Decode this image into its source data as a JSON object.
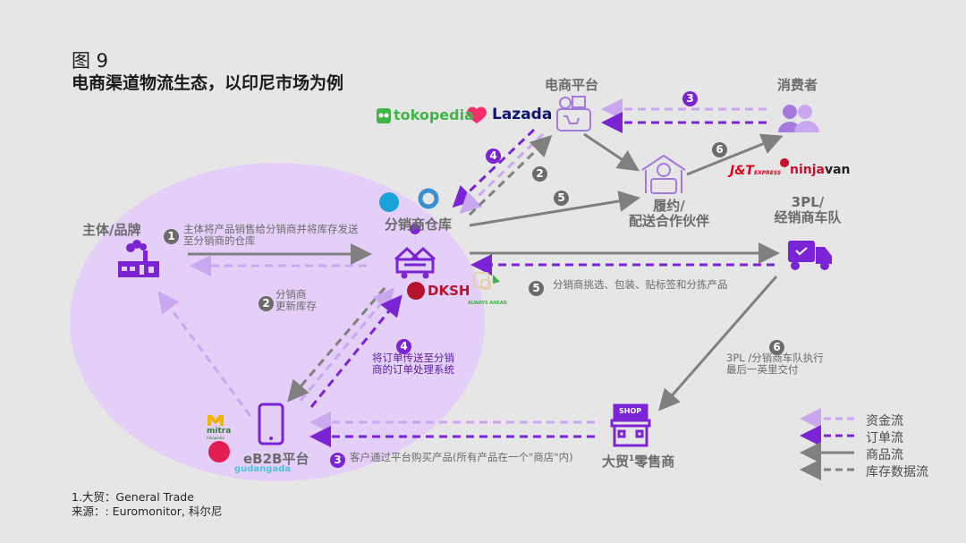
{
  "figure": {
    "number": "图 9",
    "title": "电商渠道物流生态，以印尼市场为例"
  },
  "nodes": {
    "brand": "主体/品牌",
    "distributor_warehouse": "分销商仓库",
    "ecommerce_platform": "电商平台",
    "consumer": "消费者",
    "fulfillment_line1": "履约/",
    "fulfillment_line2": "配送合作伙伴",
    "fleet_line1": "3PL/",
    "fleet_line2": "经销商车队",
    "eb2b": "eB2B平台",
    "retailer": "大贸",
    "retailer_sup": "1",
    "retailer_suffix": "零售商"
  },
  "logos": {
    "tokopedia": "tokopedia",
    "lazada": "Lazada",
    "jnt": "J&T",
    "jnt_sub": "EXPRESS",
    "ninjavan_a": "ninja",
    "ninjavan_b": "van",
    "dksh": "DKSH",
    "always_ahead": "ALWAYS AHEAD",
    "mitra": "mitra",
    "mitra_sub": "tokopedia",
    "gudangada": "gudangada",
    "shop_sign": "SHOP"
  },
  "steps": {
    "s1_badge": "1",
    "s1_text_line1": "主体将产品销售给分销商并将库存发送",
    "s1_text_line2": "至分销商的仓库",
    "s2_badge": "2",
    "s2_text_line1": "分销商",
    "s2_text_line2": "更新库存",
    "s2b_badge": "2",
    "s3_badge": "3",
    "s3_text": "客户通过平台购买产品(所有产品在一个\"商店\"内)",
    "s3b_badge": "3",
    "s4_badge": "4",
    "s4_text_line1": "将订单传送至分销",
    "s4_text_line2": "商的订单处理系统",
    "s4b_badge": "4",
    "s5_badge": "5",
    "s5_text": "分销商挑选、包装、贴标签和分拣产品",
    "s5b_badge": "5",
    "s6_badge": "6",
    "s6_text_line1": "3PL /分销商车队执行",
    "s6_text_line2": "最后一英里交付",
    "s6b_badge": "6"
  },
  "legend": [
    {
      "label": "资金流",
      "color": "#c9a8f0",
      "style": "dashed"
    },
    {
      "label": "订单流",
      "color": "#7a24d6",
      "style": "dashed"
    },
    {
      "label": "商品流",
      "color": "#808080",
      "style": "solid"
    },
    {
      "label": "库存数据流",
      "color": "#808080",
      "style": "dashed"
    }
  ],
  "footnotes": {
    "note1": "1.大贸：General Trade",
    "source": "来源：: Euromonitor, 科尔尼"
  },
  "colors": {
    "money": "#c9a8f0",
    "order": "#7a24d6",
    "goods": "#808080",
    "inventory": "#808080",
    "bubble": "#e3cff8",
    "icon": "#7a24d6"
  }
}
